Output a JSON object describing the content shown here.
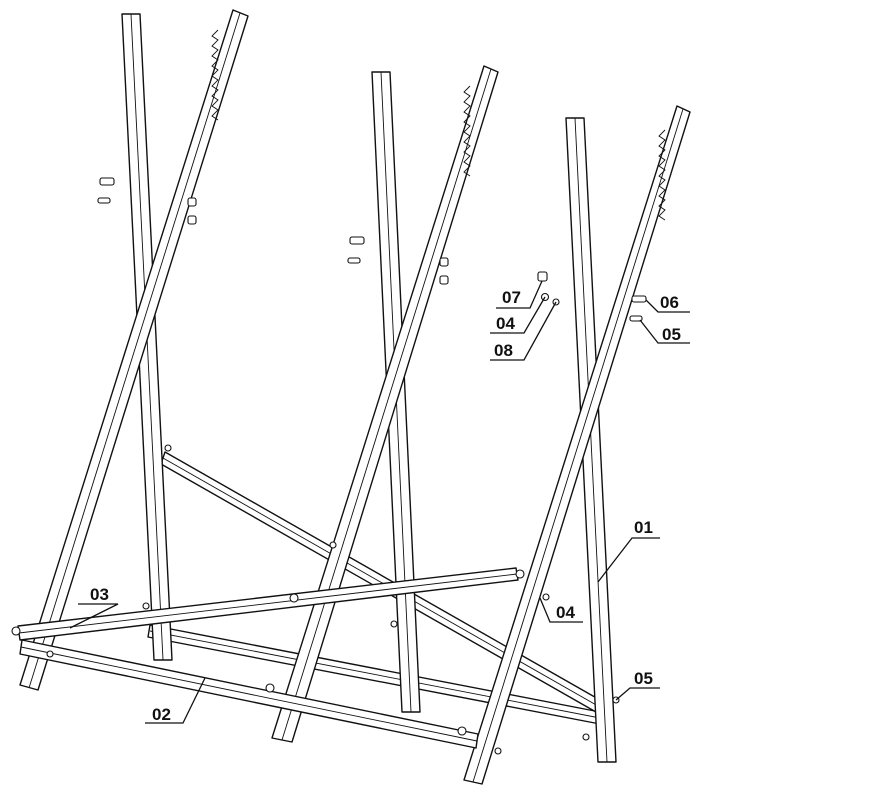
{
  "diagram": {
    "callouts": [
      {
        "id": "c01",
        "text": "01"
      },
      {
        "id": "c02",
        "text": "02"
      },
      {
        "id": "c03",
        "text": "03"
      },
      {
        "id": "c04a",
        "text": "04"
      },
      {
        "id": "c04b",
        "text": "04"
      },
      {
        "id": "c05a",
        "text": "05"
      },
      {
        "id": "c05b",
        "text": "05"
      },
      {
        "id": "c06",
        "text": "06"
      },
      {
        "id": "c07",
        "text": "07"
      },
      {
        "id": "c08",
        "text": "08"
      }
    ]
  }
}
